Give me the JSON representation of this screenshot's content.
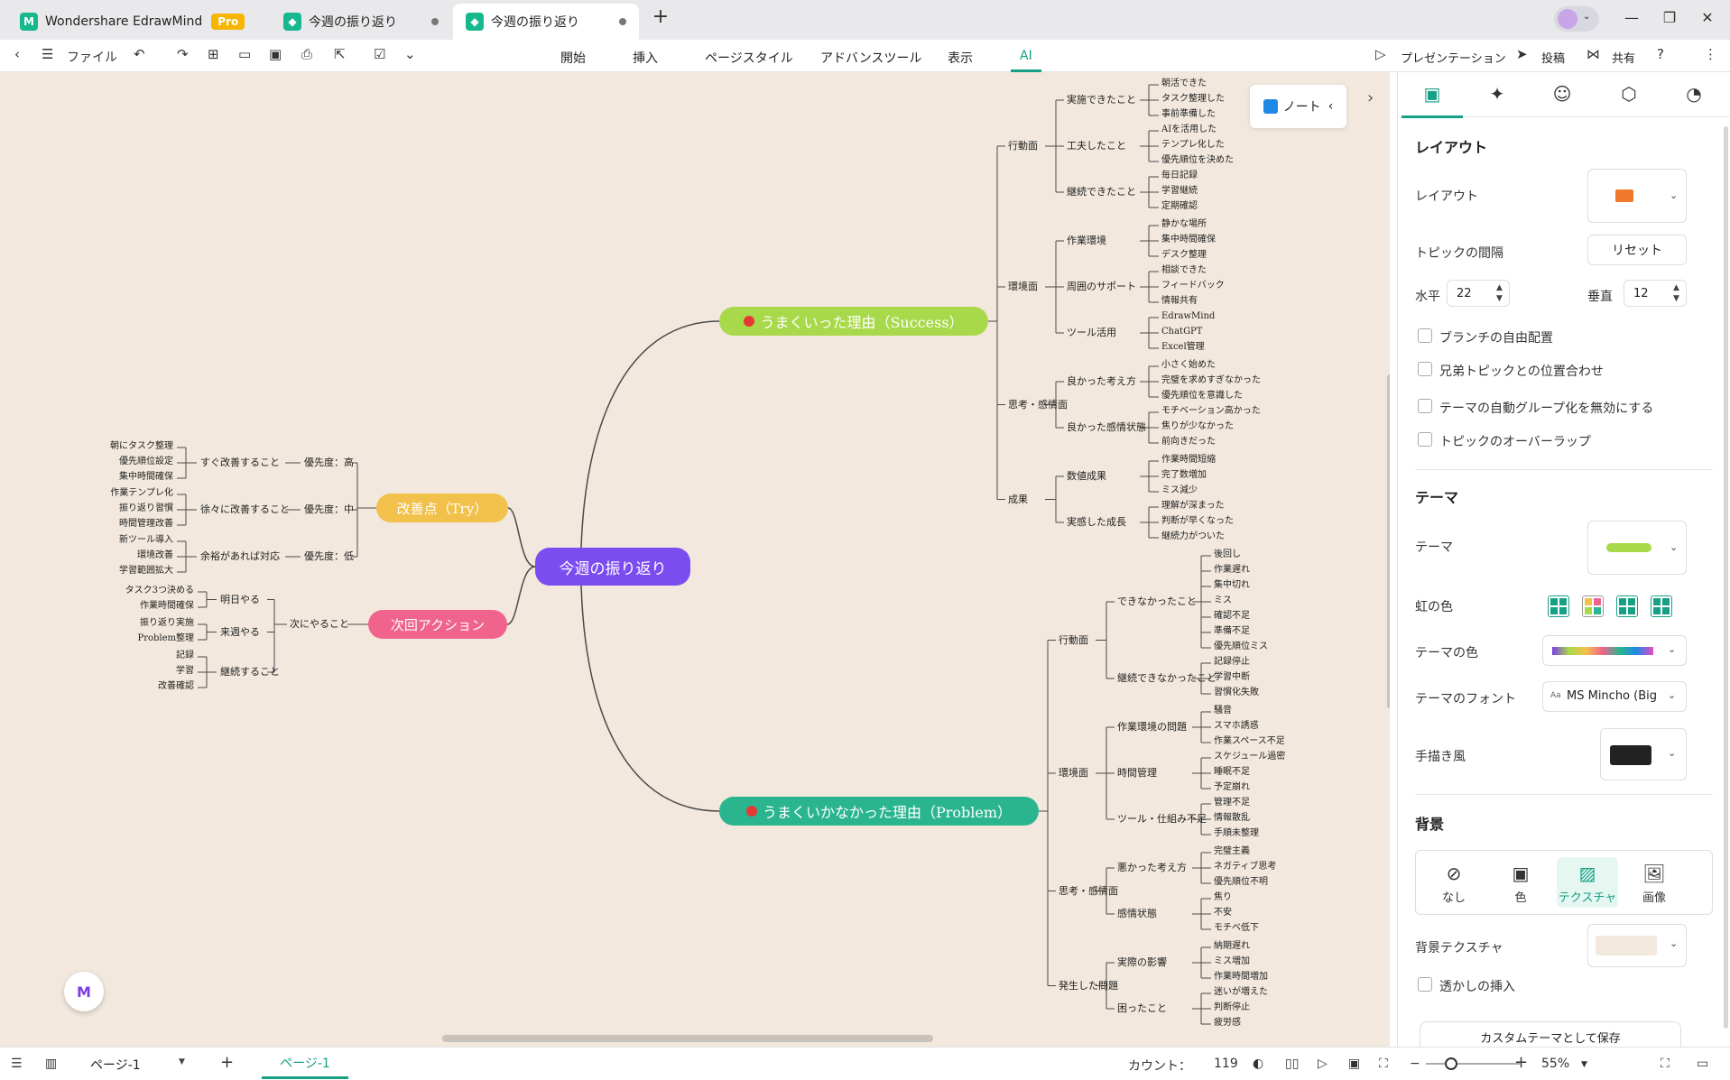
{
  "app": {
    "name": "Wondershare EdrawMind",
    "badge": "Pro",
    "tabs": [
      {
        "label": "今週の振り返り",
        "active": false
      },
      {
        "label": "今週の振り返り",
        "active": true
      }
    ],
    "new_tab": "+"
  },
  "toolbar": {
    "file_label": "ファイル",
    "menus": [
      "開始",
      "挿入",
      "ページスタイル",
      "アドバンスツール",
      "表示",
      "AI"
    ],
    "active_menu": "AI",
    "presentation": "プレゼンテーション",
    "post": "投稿",
    "share": "共有"
  },
  "canvas": {
    "note_label": "ノート",
    "fab_label": "M",
    "root": "今週の振り返り",
    "success": {
      "title": "うまくいった理由（Success）",
      "color": "#a8d94a",
      "categories": [
        {
          "label": "行動面",
          "subs": [
            {
              "label": "実施できたこと",
              "items": [
                "朝活できた",
                "タスク整理した",
                "事前準備した"
              ]
            },
            {
              "label": "工夫したこと",
              "items": [
                "AIを活用した",
                "テンプレ化した",
                "優先順位を決めた"
              ]
            },
            {
              "label": "継続できたこと",
              "items": [
                "毎日記録",
                "学習継続",
                "定期確認"
              ]
            }
          ]
        },
        {
          "label": "環境面",
          "subs": [
            {
              "label": "作業環境",
              "items": [
                "静かな場所",
                "集中時間確保",
                "デスク整理"
              ]
            },
            {
              "label": "周囲のサポート",
              "items": [
                "相談できた",
                "フィードバック",
                "情報共有"
              ]
            },
            {
              "label": "ツール活用",
              "items": [
                "EdrawMind",
                "ChatGPT",
                "Excel管理"
              ]
            }
          ]
        },
        {
          "label": "思考・感情面",
          "subs": [
            {
              "label": "良かった考え方",
              "items": [
                "小さく始めた",
                "完璧を求めすぎなかった",
                "優先順位を意識した"
              ]
            },
            {
              "label": "良かった感情状態",
              "items": [
                "モチベーション高かった",
                "焦りが少なかった",
                "前向きだった"
              ]
            }
          ]
        },
        {
          "label": "成果",
          "subs": [
            {
              "label": "数値成果",
              "items": [
                "作業時間短縮",
                "完了数増加",
                "ミス減少"
              ]
            },
            {
              "label": "実感した成長",
              "items": [
                "理解が深まった",
                "判断が早くなった",
                "継続力がついた"
              ]
            }
          ]
        }
      ]
    },
    "problem": {
      "title": "うまくいかなかった理由（Problem）",
      "color": "#2bb58f",
      "categories": [
        {
          "label": "行動面",
          "subs": [
            {
              "label": "できなかったこと",
              "items": [
                "後回し",
                "作業遅れ",
                "集中切れ",
                "ミス",
                "確認不足",
                "準備不足",
                "優先順位ミス"
              ]
            },
            {
              "label": "継続できなかったこと",
              "items": [
                "記録停止",
                "学習中断",
                "習慣化失敗"
              ]
            }
          ]
        },
        {
          "label": "環境面",
          "subs": [
            {
              "label": "作業環境の問題",
              "items": [
                "騒音",
                "スマホ誘惑",
                "作業スペース不足"
              ]
            },
            {
              "label": "時間管理",
              "items": [
                "スケジュール過密",
                "睡眠不足",
                "予定崩れ"
              ]
            },
            {
              "label": "ツール・仕組み不足",
              "items": [
                "管理不足",
                "情報散乱",
                "手順未整理"
              ]
            }
          ]
        },
        {
          "label": "思考・感情面",
          "subs": [
            {
              "label": "悪かった考え方",
              "items": [
                "完璧主義",
                "ネガティブ思考",
                "優先順位不明"
              ]
            },
            {
              "label": "感情状態",
              "items": [
                "焦り",
                "不安",
                "モチベ低下"
              ]
            }
          ]
        },
        {
          "label": "発生した問題",
          "subs": [
            {
              "label": "実際の影響",
              "items": [
                "納期遅れ",
                "ミス増加",
                "作業時間増加"
              ]
            },
            {
              "label": "困ったこと",
              "items": [
                "迷いが増えた",
                "判断停止",
                "疲労感"
              ]
            }
          ]
        }
      ]
    },
    "try": {
      "title": "改善点（Try）",
      "color": "#f2c14b",
      "subs": [
        {
          "label": "優先度：高",
          "mid": "すぐ改善すること",
          "items": [
            "朝にタスク整理",
            "優先順位設定",
            "集中時間確保"
          ]
        },
        {
          "label": "優先度：中",
          "mid": "徐々に改善すること",
          "items": [
            "作業テンプレ化",
            "振り返り習慣",
            "時間管理改善"
          ]
        },
        {
          "label": "優先度：低",
          "mid": "余裕があれば対応",
          "items": [
            "新ツール導入",
            "環境改善",
            "学習範囲拡大"
          ]
        }
      ]
    },
    "action": {
      "title": "次回アクション",
      "color": "#f0638d",
      "sub": "次にやること",
      "groups": [
        {
          "label": "明日やる",
          "items": [
            "タスク3つ決める",
            "作業時間確保"
          ]
        },
        {
          "label": "来週やる",
          "items": [
            "振り返り実施",
            "Problem整理"
          ]
        },
        {
          "label": "継続すること",
          "items": [
            "記録",
            "学習",
            "改善確認"
          ]
        }
      ]
    }
  },
  "panel": {
    "layout_heading": "レイアウト",
    "layout_label": "レイアウト",
    "spacing_label": "トピックの間隔",
    "reset_label": "リセット",
    "horizontal_label": "水平",
    "horizontal_value": "22",
    "vertical_label": "垂直",
    "vertical_value": "12",
    "checkboxes_layout": [
      "ブランチの自由配置",
      "兄弟トピックとの位置合わせ",
      "テーマの自動グループ化を無効にする",
      "トピックのオーバーラップ"
    ],
    "theme_heading": "テーマ",
    "theme_label": "テーマ",
    "rainbow_label": "虹の色",
    "theme_color_label": "テーマの色",
    "theme_font_label": "テーマのフォント",
    "theme_font_value": "MS Mincho (Big",
    "hand_drawn_label": "手描き風",
    "bg_heading": "背景",
    "bg_options": [
      "なし",
      "色",
      "テクスチャ",
      "画像"
    ],
    "bg_active": "テクスチャ",
    "bg_texture_label": "背景テクスチャ",
    "watermark_label": "透かしの挿入",
    "save_theme_label": "カスタムテーマとして保存"
  },
  "status": {
    "page_select": "ページ-1",
    "page_tab": "ページ-1",
    "count_label": "カウント：",
    "count_value": "119",
    "zoom": "55%"
  }
}
